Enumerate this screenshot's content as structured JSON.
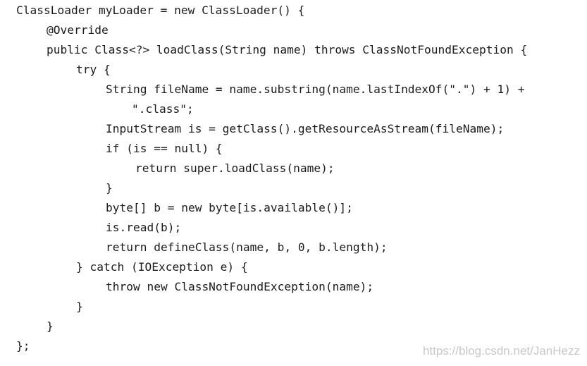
{
  "code_lines": [
    "ClassLoader myLoader = new ClassLoader() {",
    "@Override",
    "public Class<?> loadClass(String name) throws ClassNotFoundException {",
    "try {",
    "String fileName = name.substring(name.lastIndexOf(\".\") + 1) +",
    "\".class\";",
    "InputStream is = getClass().getResourceAsStream(fileName);",
    "if (is == null) {",
    "return super.loadClass(name);",
    "}",
    "byte[] b = new byte[is.available()];",
    "is.read(b);",
    "return defineClass(name, b, 0, b.length);",
    "} catch (IOException e) {",
    "throw new ClassNotFoundException(name);",
    "}",
    "}",
    "};"
  ],
  "watermark": "https://blog.csdn.net/JanHezz"
}
